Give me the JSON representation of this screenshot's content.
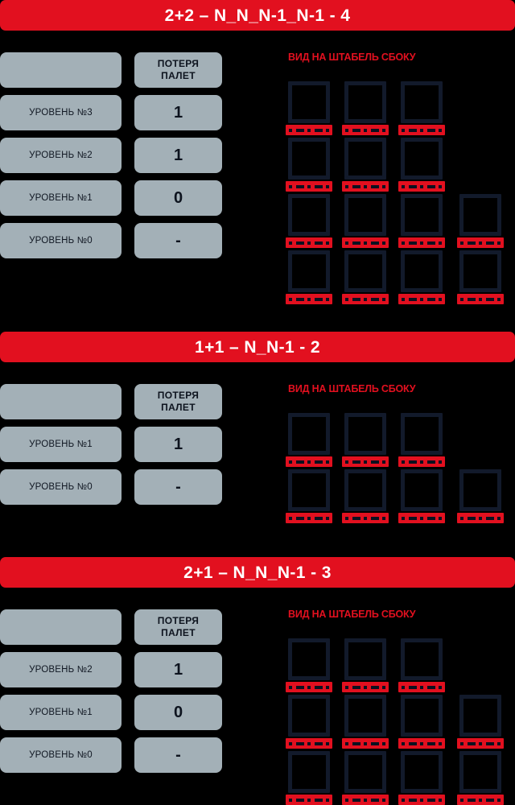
{
  "theme": {
    "background": "#000000",
    "accent_red": "#E2101F",
    "panel_gray": "#A3B0B7",
    "outline_navy": "#121A2B",
    "banner_text": "#FFFFFF"
  },
  "sections": [
    {
      "id": "scheme-2plus2",
      "banner_title": "2+2 – N_N_N-1_N-1 - 4",
      "table": {
        "header": {
          "label": "",
          "value": "ПОТЕРЯ\nПАЛЕТ",
          "value_line1": "ПОТЕРЯ",
          "value_line2": "ПАЛЕТ"
        },
        "rows": [
          {
            "label": "УРОВЕНЬ №3",
            "value": "1"
          },
          {
            "label": "УРОВЕНЬ №2",
            "value": "1"
          },
          {
            "label": "УРОВЕНЬ №1",
            "value": "0"
          },
          {
            "label": "УРОВЕНЬ №0",
            "value": "-"
          }
        ]
      },
      "diagram": {
        "caption": "ВИД НА ШТАБЕЛЬ СБОКУ",
        "columns": 4,
        "rows": 4,
        "grid": [
          [
            1,
            1,
            1,
            0
          ],
          [
            1,
            1,
            1,
            0
          ],
          [
            1,
            1,
            1,
            1
          ],
          [
            1,
            1,
            1,
            1
          ]
        ]
      }
    },
    {
      "id": "scheme-1plus1",
      "banner_title": "1+1 – N_N-1 - 2",
      "table": {
        "header": {
          "label": "",
          "value": "ПОТЕРЯ\nПАЛЕТ",
          "value_line1": "ПОТЕРЯ",
          "value_line2": "ПАЛЕТ"
        },
        "rows": [
          {
            "label": "УРОВЕНЬ №1",
            "value": "1"
          },
          {
            "label": "УРОВЕНЬ №0",
            "value": "-"
          }
        ]
      },
      "diagram": {
        "caption": "ВИД НА ШТАБЕЛЬ СБОКУ",
        "columns": 4,
        "rows": 2,
        "grid": [
          [
            1,
            1,
            1,
            0
          ],
          [
            1,
            1,
            1,
            1
          ]
        ]
      }
    },
    {
      "id": "scheme-2plus1",
      "banner_title": "2+1 – N_N_N-1 - 3",
      "table": {
        "header": {
          "label": "",
          "value": "ПОТЕРЯ\nПАЛЕТ",
          "value_line1": "ПОТЕРЯ",
          "value_line2": "ПАЛЕТ"
        },
        "rows": [
          {
            "label": "УРОВЕНЬ №2",
            "value": "1"
          },
          {
            "label": "УРОВЕНЬ №1",
            "value": "0"
          },
          {
            "label": "УРОВЕНЬ №0",
            "value": "-"
          }
        ]
      },
      "diagram": {
        "caption": "ВИД НА ШТАБЕЛЬ СБОКУ",
        "columns": 4,
        "rows": 3,
        "grid": [
          [
            1,
            1,
            1,
            0
          ],
          [
            1,
            1,
            1,
            1
          ],
          [
            1,
            1,
            1,
            1
          ]
        ]
      }
    }
  ]
}
